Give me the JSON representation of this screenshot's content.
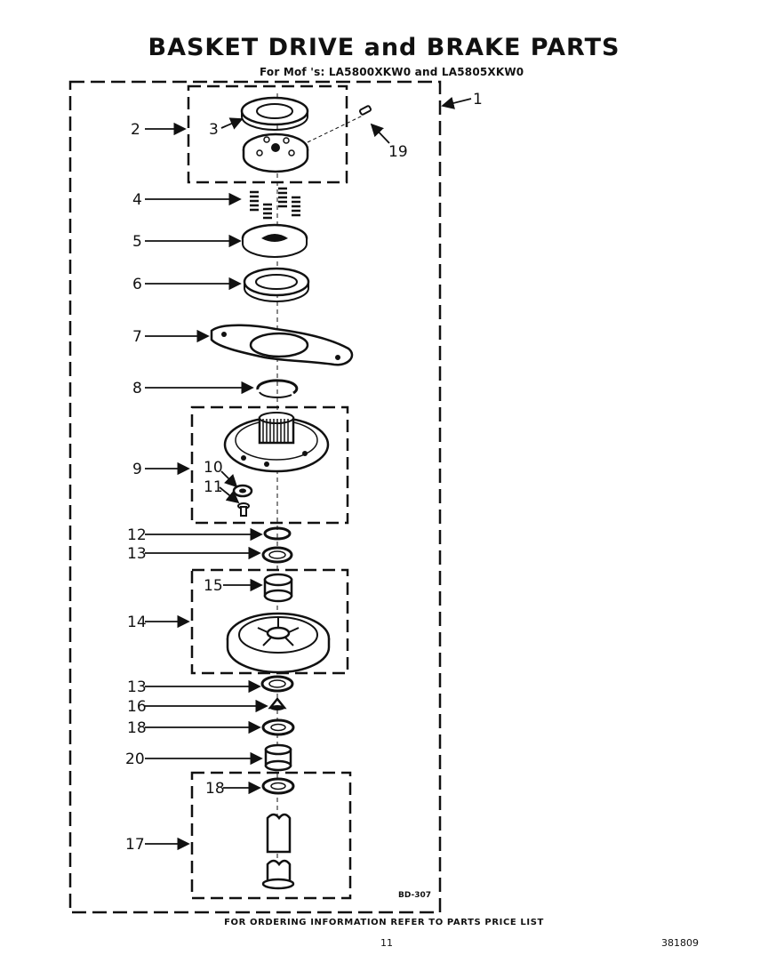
{
  "header": {
    "title": "BASKET DRIVE and BRAKE PARTS",
    "subtitle": "For Mof 's: LA5800XKW0 and LA5805XKW0"
  },
  "diagram": {
    "part_callouts": [
      "1",
      "2",
      "3",
      "19",
      "4",
      "5",
      "6",
      "7",
      "8",
      "9",
      "10",
      "11",
      "12",
      "13",
      "15",
      "14",
      "13",
      "16",
      "18",
      "20",
      "18",
      "17"
    ],
    "drawing_ref": "BD-307"
  },
  "footer": {
    "ordering_info": "FOR ORDERING INFORMATION REFER TO PARTS PRICE LIST",
    "page_number": "11",
    "doc_code": "381809"
  }
}
